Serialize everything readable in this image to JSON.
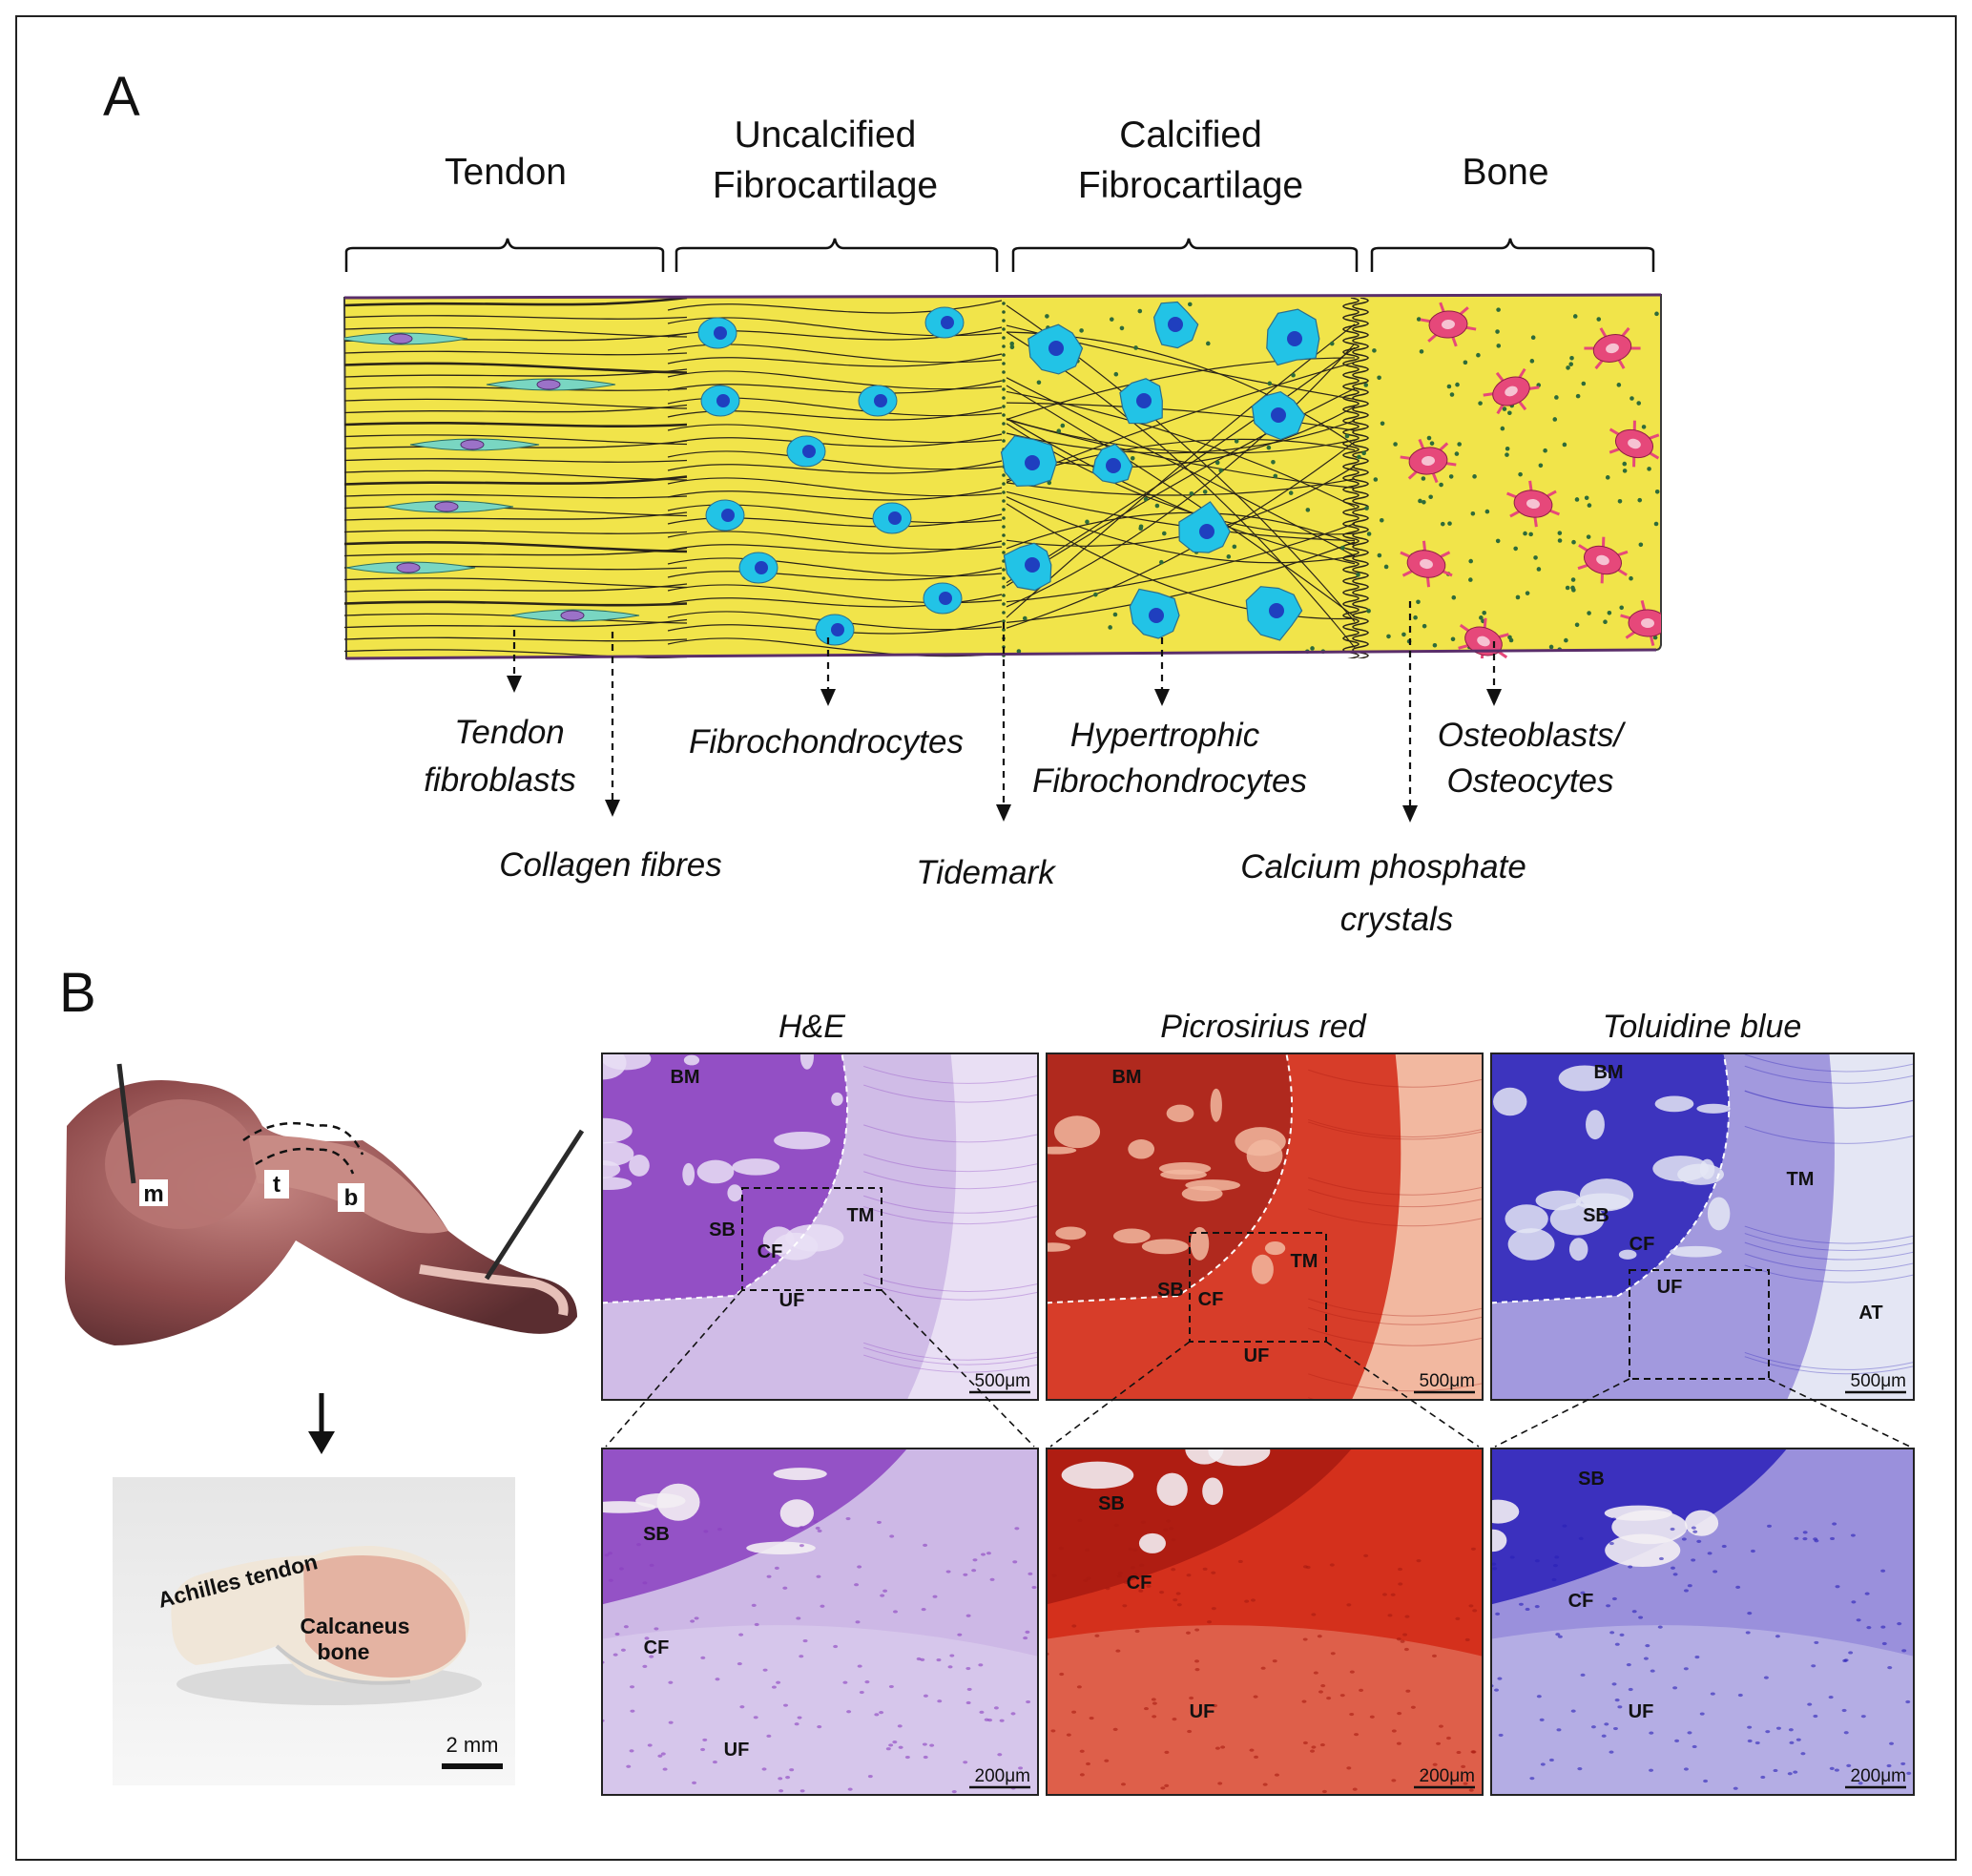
{
  "panel_a": {
    "letter": "A",
    "zones": [
      {
        "lines": [
          "Tendon"
        ]
      },
      {
        "lines": [
          "Uncalcified",
          "Fibrocartilage"
        ]
      },
      {
        "lines": [
          "Calcified",
          "Fibrocartilage"
        ]
      },
      {
        "lines": [
          "Bone"
        ]
      }
    ],
    "labels": {
      "tendon_fibroblasts": [
        "Tendon",
        "fibroblasts"
      ],
      "collagen_fibres": "Collagen fibres",
      "fibrochondrocytes": "Fibrochondrocytes",
      "tidemark": "Tidemark",
      "hypertrophic": [
        "Hypertrophic",
        "Fibrochondrocytes"
      ],
      "osteoblasts": [
        "Osteoblasts/",
        "Osteocytes"
      ],
      "calcium": [
        "Calcium phosphate",
        "crystals"
      ]
    },
    "colors": {
      "matrix": "#f1e44a",
      "fibroblast": "#79d6c2",
      "chondrocyte": "#22c3e6",
      "nucleus": "#1f3fbf",
      "osteocyte": "#e6487a",
      "crystal": "#2e6b3a"
    }
  },
  "panel_b": {
    "letter": "B",
    "photo_labels": {
      "m": "m",
      "t": "t",
      "b": "b"
    },
    "specimen": {
      "tendon": "Achilles tendon",
      "bone": [
        "Calcaneus",
        "bone"
      ],
      "scale": "2 mm"
    },
    "stains": [
      {
        "title": "H&E",
        "top": {
          "labels": [
            "BM",
            "SB",
            "CF",
            "TM",
            "UF"
          ],
          "scale": "500μm"
        },
        "bottom": {
          "labels": [
            "SB",
            "CF",
            "UF"
          ],
          "scale": "200μm"
        },
        "colors": {
          "base": "#cdb8e6",
          "dense": "#8a3fc0",
          "light": "#e9dff4"
        }
      },
      {
        "title": "Picrosirius red",
        "top": {
          "labels": [
            "BM",
            "SB",
            "CF",
            "TM",
            "UF"
          ],
          "scale": "500μm"
        },
        "bottom": {
          "labels": [
            "SB",
            "CF",
            "UF"
          ],
          "scale": "200μm"
        },
        "colors": {
          "base": "#d4301c",
          "dense": "#a81a10",
          "light": "#f2b8a0"
        }
      },
      {
        "title": "Toluidine blue",
        "top": {
          "labels": [
            "BM",
            "SB",
            "CF",
            "TM",
            "UF",
            "AT"
          ],
          "scale": "500μm"
        },
        "bottom": {
          "labels": [
            "SB",
            "CF",
            "UF"
          ],
          "scale": "200μm"
        },
        "colors": {
          "base": "#9a90dc",
          "dense": "#2a20b8",
          "light": "#e4e6f4"
        }
      }
    ]
  }
}
